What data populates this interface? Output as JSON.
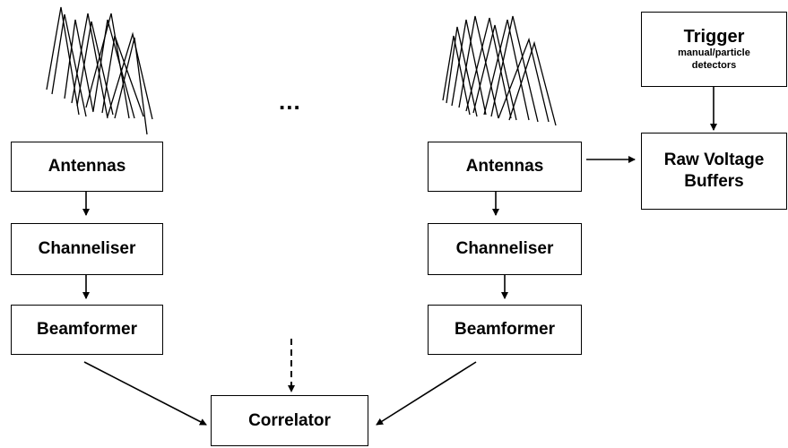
{
  "diagram": {
    "left_chain": {
      "antennas": "Antennas",
      "channeliser": "Channeliser",
      "beamformer": "Beamformer"
    },
    "right_chain": {
      "antennas": "Antennas",
      "channeliser": "Channeliser",
      "beamformer": "Beamformer"
    },
    "ellipsis": "...",
    "trigger": {
      "title": "Trigger",
      "subtitle_line1": "manual/particle",
      "subtitle_line2": "detectors"
    },
    "raw_voltage": {
      "line1": "Raw Voltage",
      "line2": "Buffers"
    },
    "correlator": "Correlator"
  }
}
